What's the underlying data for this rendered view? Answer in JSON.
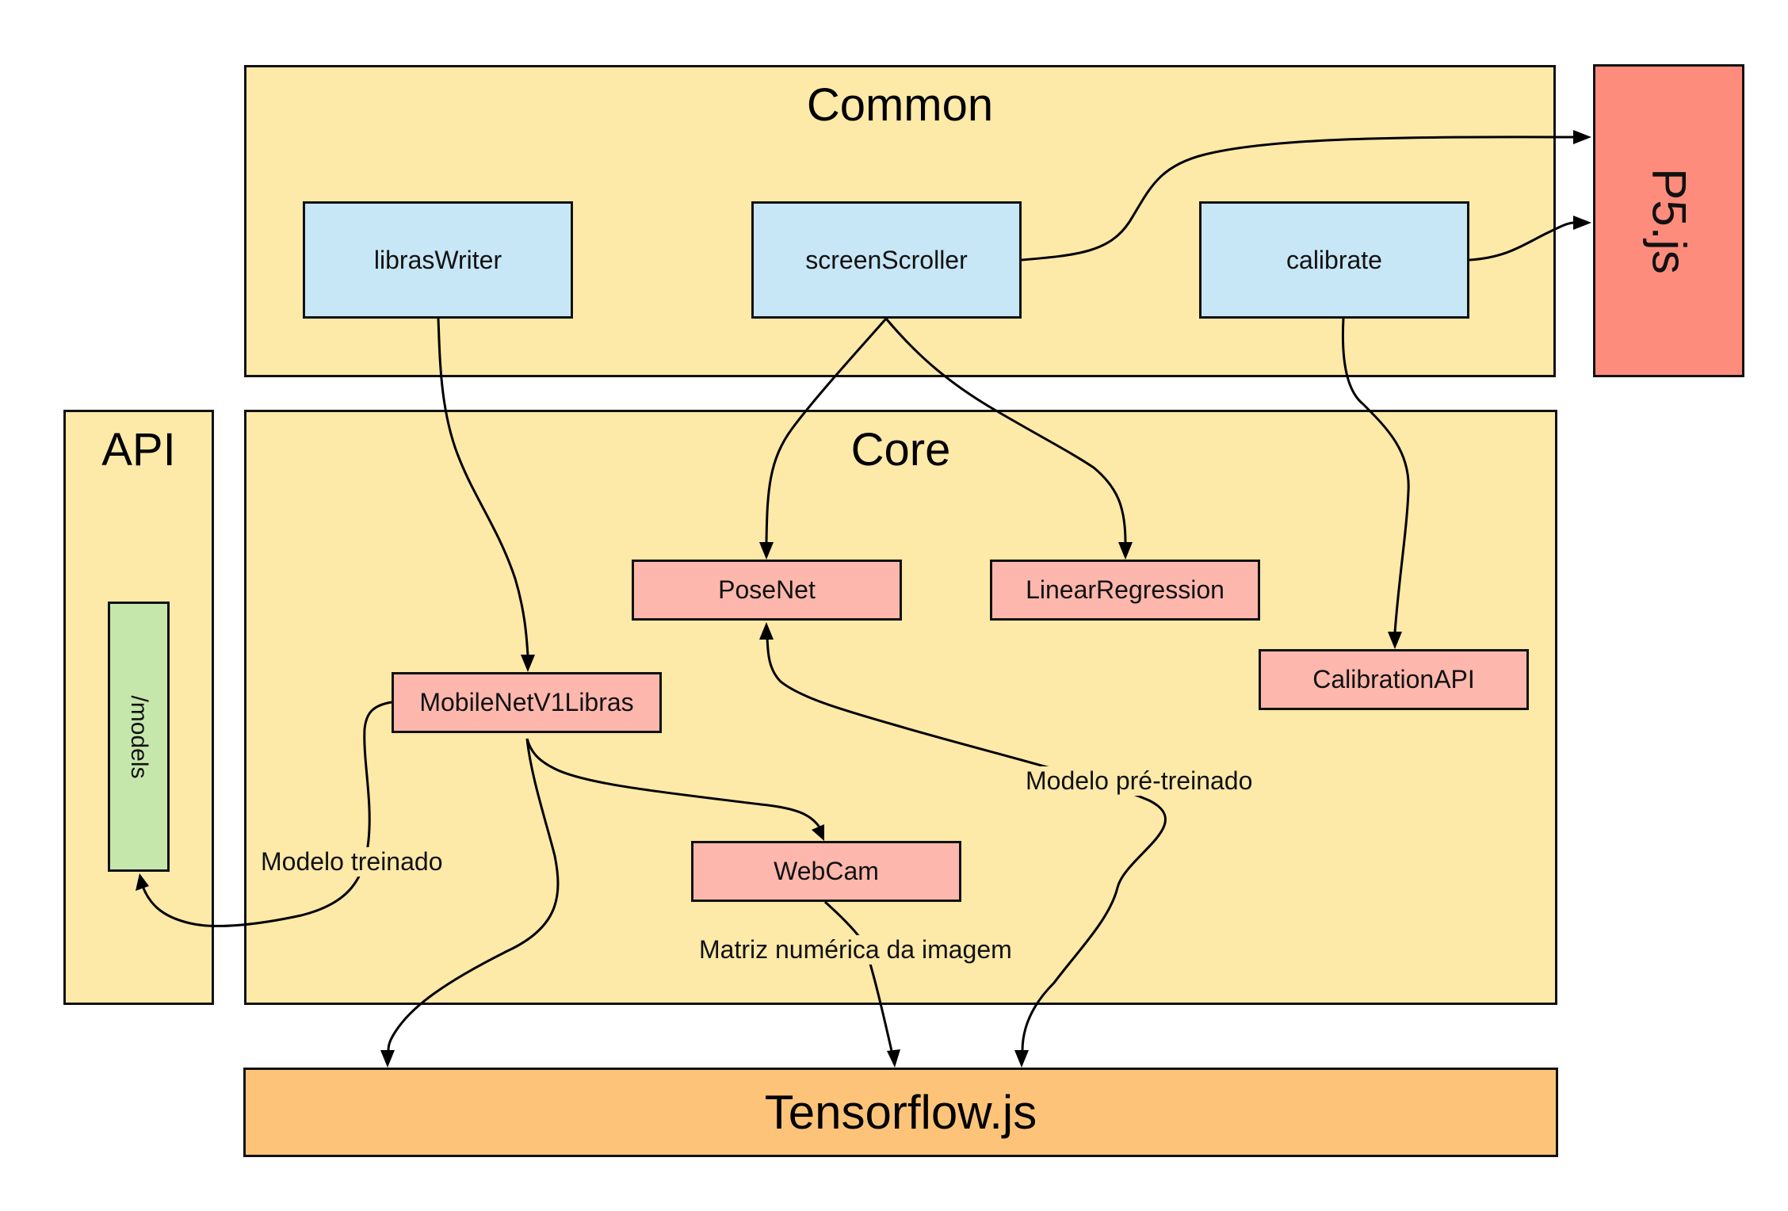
{
  "groups": {
    "common": "Common",
    "core": "Core",
    "api": "API"
  },
  "external": {
    "p5": "P5.js",
    "tensorflow": "Tensorflow.js"
  },
  "common_modules": {
    "libras_writer": "librasWriter",
    "screen_scroller": "screenScroller",
    "calibrate": "calibrate"
  },
  "core_modules": {
    "posenet": "PoseNet",
    "linear_regression": "LinearRegression",
    "calibration_api": "CalibrationAPI",
    "mobilenet": "MobileNetV1Libras",
    "webcam": "WebCam"
  },
  "api_items": {
    "models": "/models"
  },
  "edge_labels": {
    "pretrained_model": "Modelo pré-treinado",
    "trained_model": "Modelo treinado",
    "image_matrix": "Matriz numérica da imagem"
  },
  "colors": {
    "group_fill": "#fde9a8",
    "module_blue": "#c7e6f6",
    "module_pink": "#feb7ad",
    "api_green": "#c6e7ac",
    "p5_red": "#fe8c7c",
    "tensorflow_orange": "#fdc479"
  }
}
